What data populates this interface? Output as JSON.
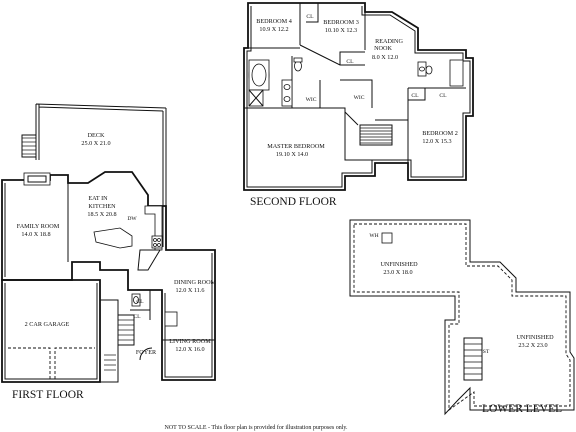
{
  "floors": {
    "second": "SECOND FLOOR",
    "first": "FIRST FLOOR",
    "lower": "LOWER LEVEL"
  },
  "rooms": {
    "bedroom4": {
      "name": "BEDROOM 4",
      "size": "10.9 X 12.2"
    },
    "bedroom3": {
      "name": "BEDROOM 3",
      "size": "10.10 X 12.3"
    },
    "reading_nook": {
      "name_line1": "READING",
      "name_line2": "NOOK",
      "size": "8.0 X 12.0"
    },
    "master_bedroom": {
      "name": "MASTER BEDROOM",
      "size": "19.10 X 14.0"
    },
    "bedroom2": {
      "name": "BEDROOM 2",
      "size": "12.0 X 15.3"
    },
    "deck": {
      "name": "DECK",
      "size": "25.0 X 21.0"
    },
    "eat_in_kitchen": {
      "name_line1": "EAT IN",
      "name_line2": "KITCHEN",
      "size": "18.5 X 20.8"
    },
    "family_room": {
      "name": "FAMILY ROOM",
      "size": "14.0 X 18.8"
    },
    "dining_room": {
      "name": "DINING ROOM",
      "size": "12.0 X 11.6"
    },
    "living_room": {
      "name": "LIVING ROOM",
      "size": "12.0 X 16.0"
    },
    "garage": {
      "name": "2 CAR GARAGE"
    },
    "foyer": {
      "name": "FOYER"
    },
    "unfinished_upper": {
      "name": "UNFINISHED",
      "size": "23.0 X 18.0"
    },
    "unfinished_lower": {
      "name": "UNFINISHED",
      "size": "23.2 X 23.0"
    }
  },
  "markers": {
    "cl": "CL",
    "wic": "WIC",
    "dw": "DW",
    "wh": "WH",
    "st": "ST"
  },
  "footer": {
    "note": "NOT TO SCALE - This floor plan is provided for illustration purposes only."
  }
}
